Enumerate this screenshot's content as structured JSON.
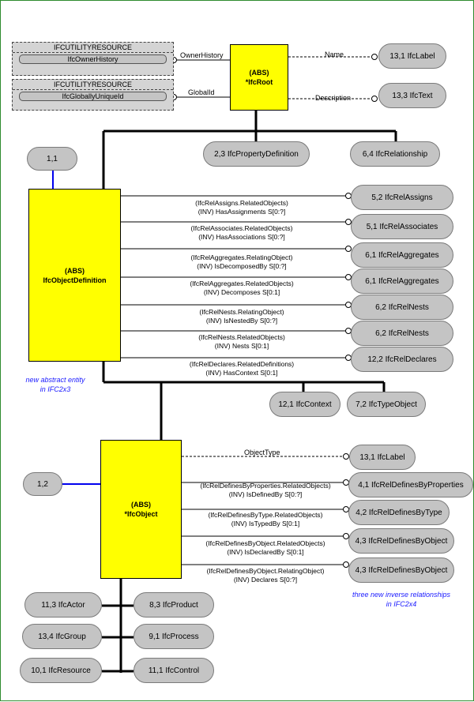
{
  "root_entity": {
    "line1": "(ABS)",
    "line2": "*IfcRoot"
  },
  "owner_history": {
    "type": "IFCUTILITYRESOURCE",
    "value": "IfcOwnerHistory",
    "attribute": "OwnerHistory"
  },
  "global_id": {
    "type": "IFCUTILITYRESOURCE",
    "value": "IfcGloballyUniqueId",
    "attribute": "GlobalId"
  },
  "name_attr": {
    "label": "Name",
    "target": "13,1 IfcLabel"
  },
  "description_attr": {
    "label": "Description",
    "target": "13,3 IfcText"
  },
  "root_subtypes": [
    "2,3 IfcPropertyDefinition",
    "6,4 IfcRelationship"
  ],
  "object_definition": {
    "line1": "(ABS)",
    "line2": "IfcObjectDefinition",
    "supertype_ref": "1,1",
    "note": [
      "new abstract entity",
      "in IFC2x3"
    ],
    "relations": [
      {
        "line1": "(IfcRelAssigns.RelatedObjects)",
        "line2": "(INV) HasAssignments S[0:?]",
        "target": "5,2 IfcRelAssigns"
      },
      {
        "line1": "(IfcRelAssociates.RelatedObjects)",
        "line2": "(INV) HasAssociations S[0:?]",
        "target": "5,1 IfcRelAssociates"
      },
      {
        "line1": "(IfcRelAggregates.RelatingObject)",
        "line2": "(INV) IsDecomposedBy S[0:?]",
        "target": "6,1 IfcRelAggregates"
      },
      {
        "line1": "(IfcRelAggregates.RelatedObjects)",
        "line2": "(INV) Decomposes S[0:1]",
        "target": "6,1 IfcRelAggregates"
      },
      {
        "line1": "(IfcRelNests.RelatingObject)",
        "line2": "(INV) IsNestedBy S[0:?]",
        "target": "6,2 IfcRelNests"
      },
      {
        "line1": "(IfcRelNests.RelatedObjects)",
        "line2": "(INV) Nests S[0:1]",
        "target": "6,2 IfcRelNests"
      },
      {
        "line1": "(IfcRelDeclares.RelatedDefinitions)",
        "line2": "(INV) HasContext S[0:1]",
        "target": "12,2 IfcRelDeclares"
      }
    ],
    "subtypes": [
      "12,1 IfcContext",
      "7,2 IfcTypeObject"
    ]
  },
  "object": {
    "line1": "(ABS)",
    "line2": "*IfcObject",
    "supertype_ref": "1,2",
    "object_type": {
      "label": "ObjectType",
      "target": "13,1 IfcLabel"
    },
    "note": [
      "three new inverse relationships",
      "in IFC2x4"
    ],
    "relations": [
      {
        "line1": "(IfcRelDefinesByProperties.RelatedObjects)",
        "line2": "(INV) IsDefinedBy S[0:?]",
        "target": "4,1 IfcRelDefinesByProperties"
      },
      {
        "line1": "(IfcRelDefinesByType.RelatedObjects)",
        "line2": "(INV) IsTypedBy S[0:1]",
        "target": "4,2 IfcRelDefinesByType"
      },
      {
        "line1": "(IfcRelDefinesByObject.RelatedObjects)",
        "line2": "(INV) IsDeclaredBy S[0:1]",
        "target": "4,3 IfcRelDefinesByObject"
      },
      {
        "line1": "(IfcRelDefinesByObject.RelatingObject)",
        "line2": "(INV) Declares S[0:?]",
        "target": "4,3 IfcRelDefinesByObject"
      }
    ],
    "subtypes_left": [
      "11,3 IfcActor",
      "13,4 IfcGroup",
      "10,1 IfcResource"
    ],
    "subtypes_right": [
      "8,3 IfcProduct",
      "9,1 IfcProcess",
      "11,1 IfcControl"
    ]
  }
}
